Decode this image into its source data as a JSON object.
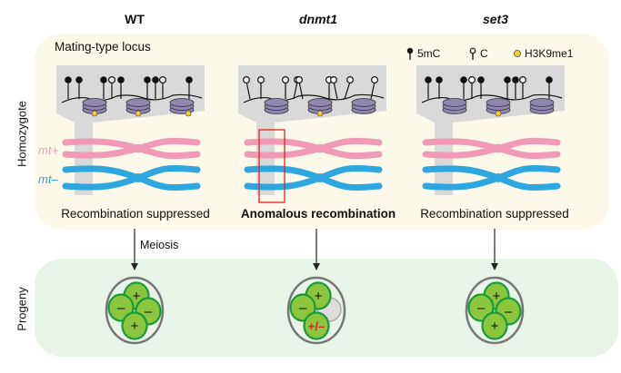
{
  "columns": [
    {
      "title": "WT",
      "italic": false,
      "caption": "Recombination suppressed",
      "caption_bold": false,
      "sites": [
        "5mC",
        "5mC",
        "5mC",
        "C",
        "5mC",
        "5mC",
        "5mC",
        "C",
        "5mC"
      ],
      "nucleosomes_h3k9me1": [
        true,
        true,
        true
      ],
      "red_box": false,
      "progeny": [
        "+",
        "–",
        "–",
        "+"
      ]
    },
    {
      "title": "dnmt1",
      "italic": true,
      "caption": "Anomalous recombination",
      "caption_bold": true,
      "sites": [
        "C",
        "C",
        "C",
        "C",
        "C",
        "C",
        "C",
        "C",
        "C"
      ],
      "nucleosomes_h3k9me1": [
        false,
        true,
        false
      ],
      "red_box": true,
      "progeny": [
        "+",
        "–",
        "+/–"
      ]
    },
    {
      "title": "set3",
      "italic": true,
      "caption": "Recombination suppressed",
      "caption_bold": false,
      "sites": [
        "5mC",
        "5mC",
        "5mC",
        "C",
        "5mC",
        "5mC",
        "5mC",
        "C",
        "5mC"
      ],
      "nucleosomes_h3k9me1": [
        false,
        true,
        false
      ],
      "red_box": false,
      "progeny": [
        "+",
        "–",
        "–",
        "+"
      ]
    }
  ],
  "locus_title": "Mating-type locus",
  "legend": [
    {
      "icon": "filled-lollipop-icon",
      "label": "5mC"
    },
    {
      "icon": "open-lollipop-icon",
      "label": "C"
    },
    {
      "icon": "yellow-dot-icon",
      "label": "H3K9me1"
    }
  ],
  "row_labels": {
    "top": "Homozygote",
    "bottom": "Progeny"
  },
  "mt_labels": {
    "plus": "mt+",
    "minus": "mt–"
  },
  "arrow_label": "Meiosis",
  "colors": {
    "pink": "#f09ab8",
    "blue": "#2ea6e0",
    "nucleosome": "#8f86b0",
    "h3k9me1": "#f2cc3a",
    "gray_region": "#d9d9d9",
    "spore_fill": "#8cc63f",
    "spore_stroke": "#1a9a3a",
    "red": "#e0221e",
    "top_panel": "#fcf9ea",
    "bottom_panel": "#e8f4e8"
  }
}
